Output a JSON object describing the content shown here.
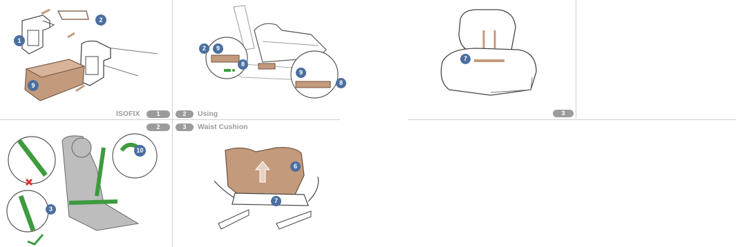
{
  "panels": {
    "isofix": {
      "caption_word": "ISOFIX",
      "step_badge": "1",
      "callouts": [
        "1",
        "2",
        "9"
      ]
    },
    "using": {
      "step_badge": "2",
      "caption": "Using",
      "callouts": [
        "2",
        "9",
        "8",
        "9",
        "8"
      ]
    },
    "seat": {
      "callouts": [
        "7"
      ],
      "step_badge": "3"
    },
    "belt": {
      "prefix_badge": "2",
      "callouts": [
        "10",
        "3"
      ]
    },
    "waist_cushion": {
      "step_badge": "3",
      "caption": "Waist Cushion",
      "callouts": [
        "6",
        "7"
      ]
    }
  },
  "colors": {
    "callout": "#4b6fa0",
    "accent_brown": "#c49a7c",
    "belt_green": "#3e9b3e",
    "badge_gray": "#9b9b9b",
    "line": "#444444"
  }
}
